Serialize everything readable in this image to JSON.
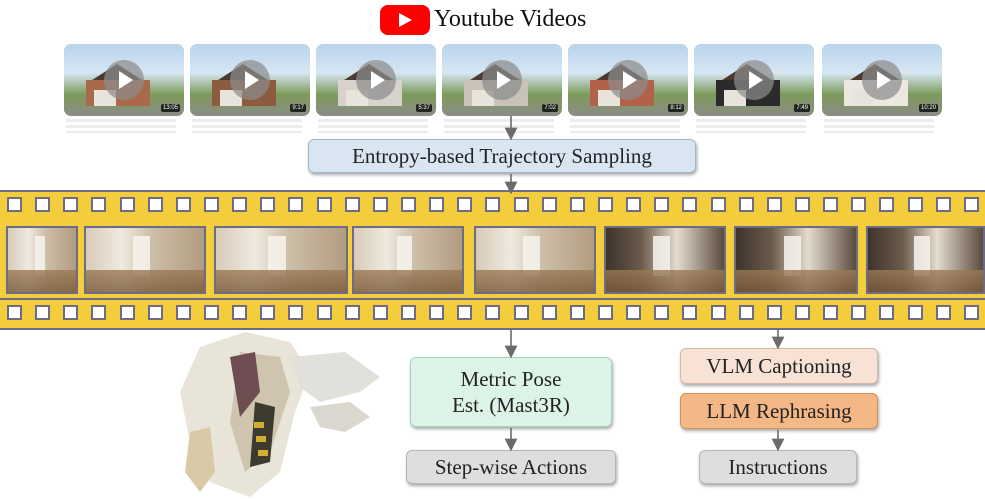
{
  "header": {
    "title": "Youtube Videos",
    "logo_icon": "youtube-play-icon",
    "logo_color": "#ff0000"
  },
  "thumbnails": [
    {
      "duration": "13:05"
    },
    {
      "duration": "9:17"
    },
    {
      "duration": "5:37"
    },
    {
      "duration": "7:02"
    },
    {
      "duration": "8:12"
    },
    {
      "duration": "7:49"
    },
    {
      "duration": "10:20"
    }
  ],
  "steps": {
    "sampling": "Entropy-based Trajectory Sampling",
    "metric_line1": "Metric Pose",
    "metric_line2": "Est. (Mast3R)",
    "actions": "Step-wise Actions",
    "vlm": "VLM Captioning",
    "llm": "LLM Rephrasing",
    "instructions": "Instructions"
  },
  "colors": {
    "film": "#f4cd3d",
    "film_border": "#6c6d84",
    "sampling_box": "#d9e6f2",
    "metric_box": "#dcf3e8",
    "vlm_box": "#f8e2d6",
    "llm_box": "#f4b786",
    "output_box": "#dedede"
  }
}
